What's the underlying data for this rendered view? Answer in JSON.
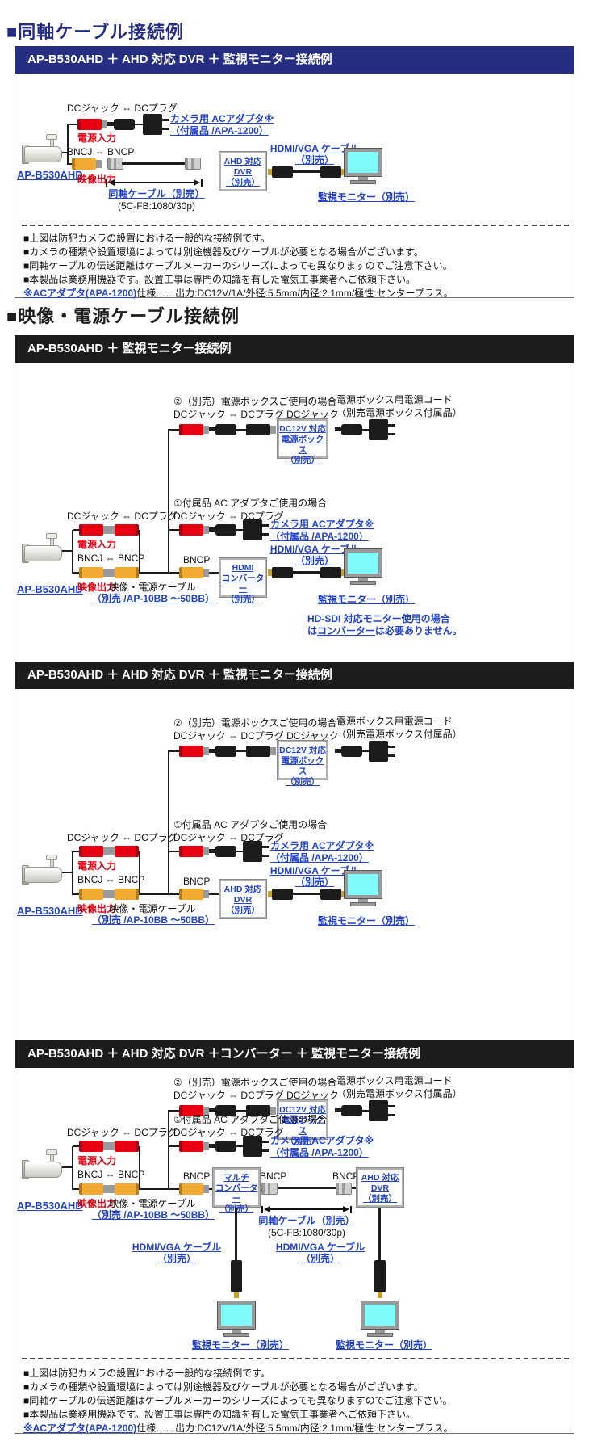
{
  "colors": {
    "navy_header": "#252e80",
    "black_header": "#1c1c1c",
    "link_blue": "#2243c8",
    "alert_red": "#e60012",
    "connector_yellow": "#f2ab32",
    "monitor_screen": "#80fbfb"
  },
  "titles": {
    "section1": "■同軸ケーブル接続例",
    "section2": "■映像・電源ケーブル接続例"
  },
  "headers": {
    "p1": "AP-B530AHD ＋ AHD 対応 DVR ＋ 監視モニター接続例",
    "a": "AP-B530AHD ＋ 監視モニター接続例",
    "b": "AP-B530AHD ＋ AHD 対応 DVR ＋ 監視モニター接続例",
    "c": "AP-B530AHD ＋ AHD 対応 DVR ＋コンバーター ＋ 監視モニター接続例"
  },
  "labels": {
    "camera_model": "AP-B530AHD",
    "dc_jack_plug": "DCジャック ⇔ DCプラグ",
    "power_in": "電源入力",
    "video_out": "映像出力",
    "bncj_bncp": "BNCJ ⇔ BNCP",
    "bncp": "BNCP",
    "ac_adapter_l1": "カメラ用 ACアダプタ※",
    "ac_adapter_l2": "（付属品 /APA-1200）",
    "hdmi_vga_cable": "HDMI/VGA ケーブル",
    "sold_sep": "（別売）",
    "coax_cable": "同軸ケーブル（別売）",
    "coax_spec": "(5C-FB:1080/30p)",
    "monitor": "監視モニター（別売）",
    "case2_l1": "②（別売）電源ボックスご使用の場合",
    "case2_l2": "DCジャック ⇔ DCプラグ DCジャック",
    "case1_l1": "①付属品 AC アダプタご使用の場合",
    "power_cord_l1": "電源ボックス用電源コード",
    "power_cord_l2": "（別売電源ボックス付属品）",
    "vp_cable_l1": "映像・電源ケーブル",
    "vp_cable_l2": "（別売 /AP-10BB ～50BB）",
    "hdsdi_l1": "HD-SDI 対応モニター使用の場合",
    "hdsdi_l2_a": "は",
    "hdsdi_l2_b": "コンバーター",
    "hdsdi_l2_c": "は必要ありません。"
  },
  "boxes": {
    "ahd_dvr": [
      "AHD 対応",
      "DVR",
      "（別売）"
    ],
    "dc12v": [
      "DC12V 対応",
      "電源ボックス",
      "（別売）"
    ],
    "hdmi_conv": [
      "HDMI",
      "コンバーター",
      "（別売）"
    ],
    "multi_conv": [
      "マルチ",
      "コンバーター",
      "（別売）"
    ]
  },
  "notes": {
    "l1": "■上図は防犯カメラの設置における一般的な接続例です。",
    "l2": "■カメラの種類や設置環境によっては別途機器及びケーブルが必要となる場合がございます。",
    "l3": "■同軸ケーブルの伝送距離はケーブルメーカーのシリーズによっても異なりますのでご注意下さい。",
    "l4": "■本製品は業務用機器です。設置工事は専門の知識を有した電気工事業者へご依頼下さい。",
    "l5_link": "※ACアダプタ(APA-1200)",
    "l5_rest": "仕様……出力:DC12V/1A/外径:5.5mm/内径:2.1mm/極性:センタープラス。"
  }
}
